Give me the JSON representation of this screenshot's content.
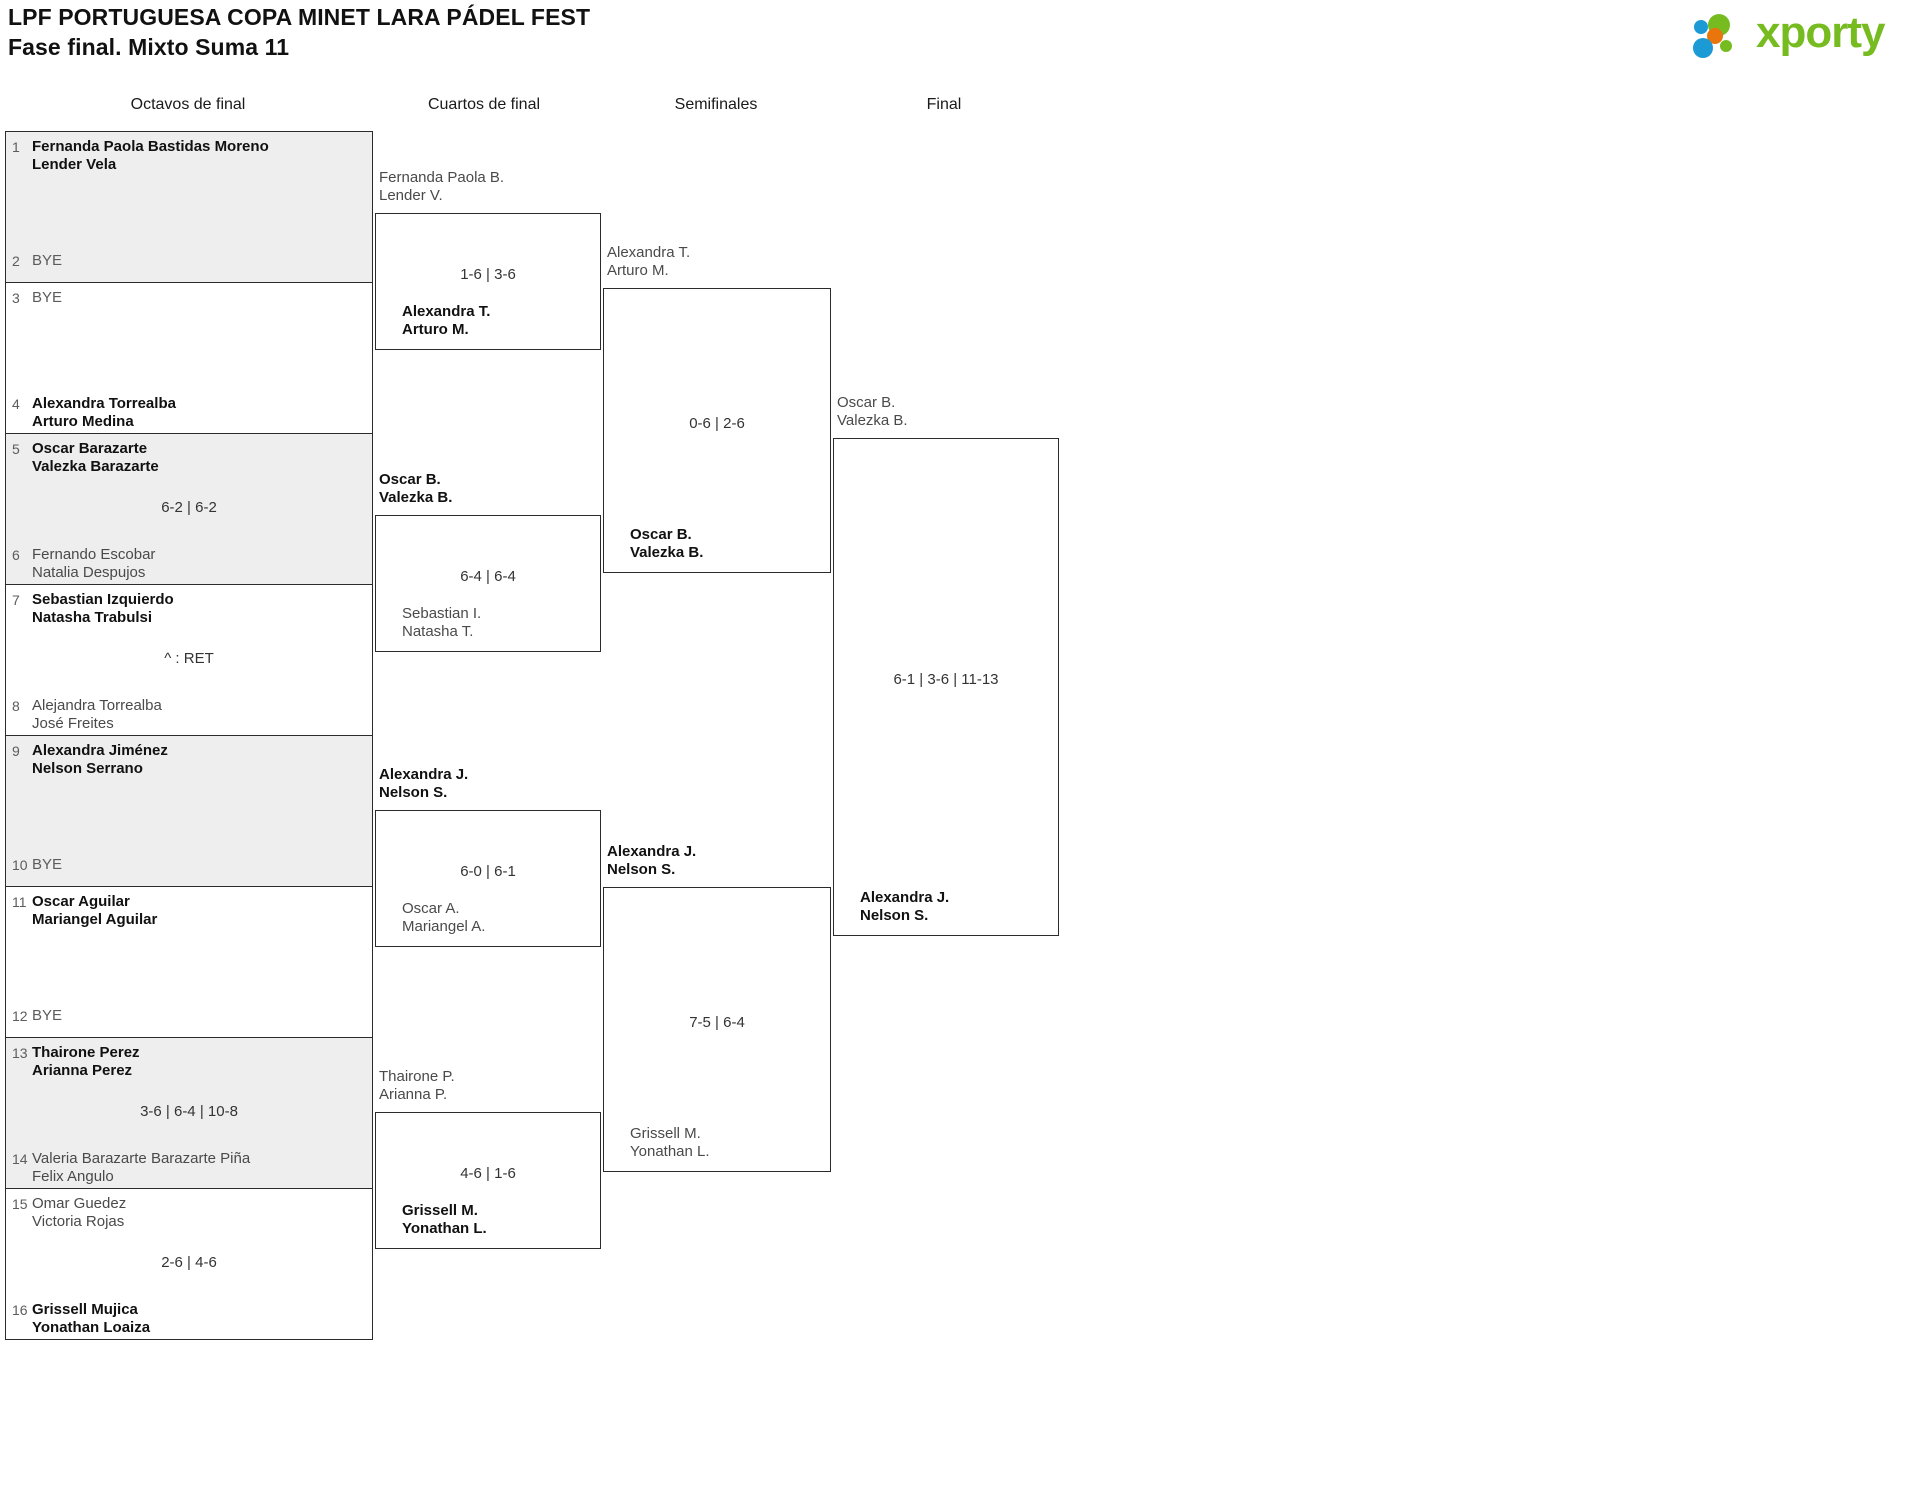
{
  "header": {
    "title_line1": "LPF PORTUGUESA COPA MINET LARA PÁDEL FEST",
    "title_line2": "Fase final. Mixto Suma 11"
  },
  "logo": {
    "text": "xporty",
    "green": "#76bc21",
    "blue": "#1b9ad6",
    "orange": "#e8760d"
  },
  "rounds": [
    {
      "label": "Octavos de final"
    },
    {
      "label": "Cuartos de final"
    },
    {
      "label": "Semifinales"
    },
    {
      "label": "Final"
    }
  ],
  "round1": [
    {
      "shaded": true,
      "score": "",
      "top": {
        "seed": "1",
        "line1": "Fernanda Paola Bastidas Moreno",
        "line2": "Lender Vela",
        "state": "win"
      },
      "bottom": {
        "seed": "2",
        "line1": "BYE",
        "line2": "",
        "state": "bye"
      }
    },
    {
      "shaded": false,
      "score": "",
      "top": {
        "seed": "3",
        "line1": "BYE",
        "line2": "",
        "state": "bye"
      },
      "bottom": {
        "seed": "4",
        "line1": "Alexandra Torrealba",
        "line2": "Arturo Medina",
        "state": "win"
      }
    },
    {
      "shaded": true,
      "score": "6-2 | 6-2",
      "top": {
        "seed": "5",
        "line1": "Oscar Barazarte",
        "line2": "Valezka Barazarte",
        "state": "win"
      },
      "bottom": {
        "seed": "6",
        "line1": "Fernando Escobar",
        "line2": "Natalia Despujos",
        "state": "lose"
      }
    },
    {
      "shaded": false,
      "score": "^ : RET",
      "top": {
        "seed": "7",
        "line1": "Sebastian Izquierdo",
        "line2": "Natasha Trabulsi",
        "state": "win"
      },
      "bottom": {
        "seed": "8",
        "line1": "Alejandra Torrealba",
        "line2": "José Freites",
        "state": "lose"
      }
    },
    {
      "shaded": true,
      "score": "",
      "top": {
        "seed": "9",
        "line1": "Alexandra Jiménez",
        "line2": "Nelson Serrano",
        "state": "win"
      },
      "bottom": {
        "seed": "10",
        "line1": "BYE",
        "line2": "",
        "state": "bye"
      }
    },
    {
      "shaded": false,
      "score": "",
      "top": {
        "seed": "11",
        "line1": "Oscar Aguilar",
        "line2": "Mariangel Aguilar",
        "state": "win"
      },
      "bottom": {
        "seed": "12",
        "line1": "BYE",
        "line2": "",
        "state": "bye"
      }
    },
    {
      "shaded": true,
      "score": "3-6 | 6-4 | 10-8",
      "top": {
        "seed": "13",
        "line1": "Thairone Perez",
        "line2": "Arianna Perez",
        "state": "win"
      },
      "bottom": {
        "seed": "14",
        "line1": "Valeria Barazarte Barazarte Piña",
        "line2": "Felix Angulo",
        "state": "lose"
      }
    },
    {
      "shaded": false,
      "score": "2-6 | 4-6",
      "top": {
        "seed": "15",
        "line1": "Omar Guedez",
        "line2": "Victoria Rojas",
        "state": "lose"
      },
      "bottom": {
        "seed": "16",
        "line1": "Grissell Mujica",
        "line2": "Yonathan Loaiza",
        "state": "win"
      }
    }
  ],
  "round2": [
    {
      "score": "1-6 | 3-6",
      "top": {
        "line1": "Fernanda Paola B.",
        "line2": "Lender V.",
        "state": "lose"
      },
      "bottom": {
        "line1": "Alexandra T.",
        "line2": "Arturo M.",
        "state": "win"
      }
    },
    {
      "score": "6-4 | 6-4",
      "top": {
        "line1": "Oscar B.",
        "line2": "Valezka B.",
        "state": "win"
      },
      "bottom": {
        "line1": "Sebastian I.",
        "line2": "Natasha T.",
        "state": "lose"
      }
    },
    {
      "score": "6-0 | 6-1",
      "top": {
        "line1": "Alexandra J.",
        "line2": "Nelson S.",
        "state": "win"
      },
      "bottom": {
        "line1": "Oscar A.",
        "line2": "Mariangel A.",
        "state": "lose"
      }
    },
    {
      "score": "4-6 | 1-6",
      "top": {
        "line1": "Thairone P.",
        "line2": "Arianna P.",
        "state": "lose"
      },
      "bottom": {
        "line1": "Grissell M.",
        "line2": "Yonathan L.",
        "state": "win"
      }
    }
  ],
  "round3": [
    {
      "score": "0-6 | 2-6",
      "top": {
        "line1": "Alexandra T.",
        "line2": "Arturo M.",
        "state": "lose"
      },
      "bottom": {
        "line1": "Oscar B.",
        "line2": "Valezka B.",
        "state": "win"
      }
    },
    {
      "score": "7-5 | 6-4",
      "top": {
        "line1": "Alexandra J.",
        "line2": "Nelson S.",
        "state": "win"
      },
      "bottom": {
        "line1": "Grissell M.",
        "line2": "Yonathan L.",
        "state": "lose"
      }
    }
  ],
  "round4": [
    {
      "score": "6-1 | 3-6 | 11-13",
      "top": {
        "line1": "Oscar B.",
        "line2": "Valezka B.",
        "state": "lose"
      },
      "bottom": {
        "line1": "Alexandra J.",
        "line2": "Nelson S.",
        "state": "win"
      }
    }
  ],
  "champion": {
    "line1": "Alexandra J.",
    "line2": "Nelson S."
  }
}
